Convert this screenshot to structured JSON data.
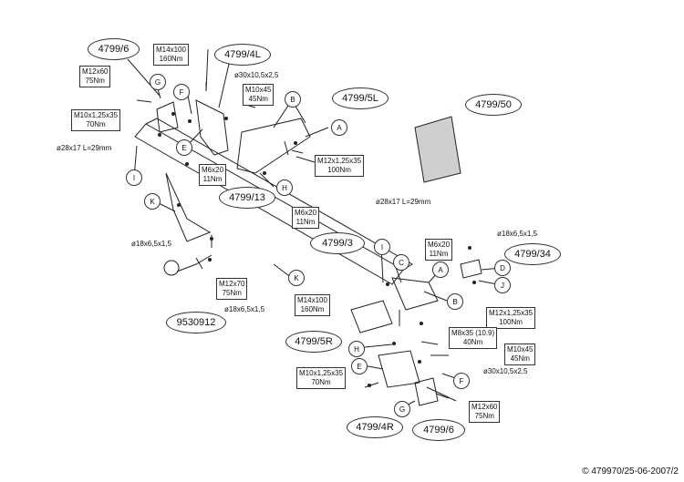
{
  "parts": {
    "p47996_top": "4799/6",
    "p47994l": "4799/4L",
    "p47995l": "4799/5L",
    "p479950": "4799/50",
    "p479913": "4799/13",
    "p47993": "4799/3",
    "p479934": "4799/34",
    "p9530912": "9530912",
    "p47995r": "4799/5R",
    "p47994r": "4799/4R",
    "p47996_bot": "4799/6"
  },
  "specs": {
    "m14_top": [
      "M14x100",
      "160Nm"
    ],
    "m12x60_top": [
      "M12x60",
      "75Nm"
    ],
    "m10x45_top": [
      "M10x45",
      "45Nm"
    ],
    "m10x125_top": [
      "M10x1,25x35",
      "70Nm"
    ],
    "m6x20_left": [
      "M6x20",
      "11Nm"
    ],
    "m12x125_top": [
      "M12x1,25x35",
      "100Nm"
    ],
    "m6x20_mid": [
      "M6x20",
      "11Nm"
    ],
    "m6x20_right": [
      "M6x20",
      "11Nm"
    ],
    "m12x70": [
      "M12x70",
      "75Nm"
    ],
    "m14_bot": [
      "M14x100",
      "160Nm"
    ],
    "m12x125_bot": [
      "M12x1,25x35",
      "100Nm"
    ],
    "m8x35": [
      "M8x35 (10.9)",
      "40Nm"
    ],
    "m10x45_bot": [
      "M10x45",
      "45Nm"
    ],
    "m10x125_bot": [
      "M10x1,25x35",
      "70Nm"
    ],
    "m12x60_bot": [
      "M12x60",
      "75Nm"
    ]
  },
  "labels": {
    "washer_top": "ø30x10,5x2,5",
    "tube_left": "ø28x17 L=29mm",
    "tube_right": "ø28x17 L=29mm",
    "washer18_left": "ø18x6,5x1,5",
    "washer18_mid": "ø18x6,5x1,5",
    "washer18_right": "ø18x6,5x1,5",
    "washer_bot": "ø30x10,5x2,5"
  },
  "letters": {
    "G1": "G",
    "F1": "F",
    "E1": "E",
    "B1": "B",
    "A1": "A",
    "I1": "I",
    "H1": "H",
    "K1": "K",
    "I2": "I",
    "K2": "K",
    "C2": "C",
    "A2": "A",
    "B2": "B",
    "D2": "D",
    "J2": "J",
    "H2": "H",
    "E2": "E",
    "G2": "G",
    "F2": "F"
  },
  "copyright": "© 479970/25-06-2007/2"
}
